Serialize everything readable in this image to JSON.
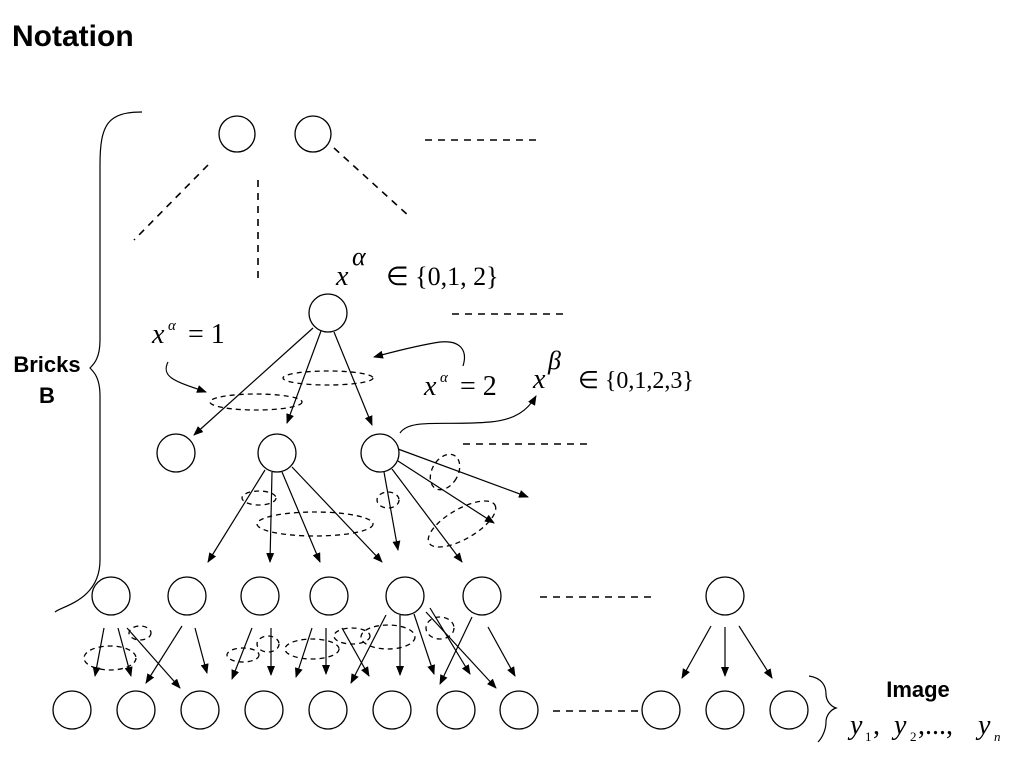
{
  "title": "Notation",
  "labels": {
    "bricks_line1": "Bricks",
    "bricks_line2": "B",
    "image": "Image"
  },
  "formulas": {
    "x_alpha_set": {
      "var": "x",
      "sup": "α",
      "rest": "∈ {0,1, 2}"
    },
    "x_alpha_eq1": {
      "var": "x",
      "sup": "α",
      "rest": "= 1"
    },
    "x_alpha_eq2": {
      "var": "x",
      "sup": "α",
      "rest": "= 2"
    },
    "x_beta_set": {
      "var": "x",
      "sup": "β",
      "rest": "∈ {0,1,2,3}"
    },
    "image_vars": {
      "y": "y",
      "s1": "1",
      "c1": ", ",
      "y2": "y",
      "s2": "2",
      "c2": ",..., ",
      "y3": "y",
      "s3": "n"
    }
  }
}
